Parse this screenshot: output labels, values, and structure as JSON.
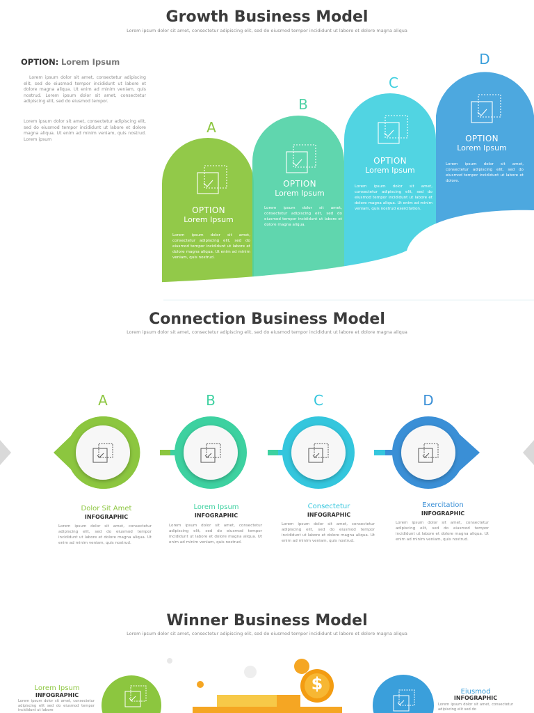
{
  "section1": {
    "title": "Growth Business Model",
    "subtitle": "Lorem ipsum dolor sit amet, consectetur adipiscing elit, sed do eiusmod tempor incididunt ut labore et dolore magna aliqua",
    "option_prefix": "OPTION:",
    "option_name": "Lorem Ipsum",
    "para1": "Lorem ipsum dolor sit amet, consectetur adipiscing elit, sed do eiusmod tempor incididunt ut labore et dolore magna aliqua. Ut enim ad minim veniam, quis nostrud. Lorem ipsum dolor sit amet, consectetur adipiscing elit, sed do eiusmod tempor.",
    "para2": "Lorem ipsum dolor sit amet, consectetur adipiscing elit, sed do eiusmod tempor incididunt ut labore et dolore magna aliqua. Ut enim ad minim veniam, quis nostrud. Lorem ipsum",
    "columns": [
      {
        "letter": "A",
        "option": "OPTION",
        "label": "Lorem Ipsum",
        "text": "Lorem ipsum dolor sit amet, consectetur adipiscing elit, sed do eiusmod tempor incididunt ut labore et dolore magna aliqua. Ut enim ad minim veniam, quis nostrud.",
        "color": "#8cc63f"
      },
      {
        "letter": "B",
        "option": "OPTION",
        "label": "Lorem Ipsum",
        "text": "Lorem ipsum dolor sit amet, consectetur adipiscing elit, sed do eiusmod tempor incididunt ut labore et dolore magna aliqua.",
        "color": "#4fd1a5"
      },
      {
        "letter": "C",
        "option": "OPTION",
        "label": "Lorem Ipsum",
        "text": "Lorem ipsum dolor sit amet, consectetur adipiscing elit, sed do eiusmod tempor incididunt ut labore et dolore magna aliqua. Ut enim ad minim veniam, quis nostrud exercitation.",
        "color": "#3ecfdf"
      },
      {
        "letter": "D",
        "option": "OPTION",
        "label": "Lorem Ipsum",
        "text": "Lorem ipsum dolor sit amet, consectetur adipiscing elit, sed do eiusmod tempor incididunt ut labore et dolore.",
        "color": "#3a9fdb"
      }
    ]
  },
  "section2": {
    "title": "Connection Business Model",
    "subtitle": "Lorem ipsum dolor sit amet, consectetur adipiscing elit, sed do eiusmod tempor incididunt ut labore et dolore magna aliqua",
    "items": [
      {
        "letter": "A",
        "title": "Dolor Sit Amet",
        "sub": "INFOGRAPHIC",
        "text": "Lorem ipsum dolor sit amet, consectetur adipiscing elit, sed do eiusmod tempor incididunt ut labore et dolore magna aliqua. Ut enim ad minim veniam, quis nostrud.",
        "color": "#8cc63f"
      },
      {
        "letter": "B",
        "title": "Lorem Ipsum",
        "sub": "INFOGRAPHIC",
        "text": "Lorem ipsum dolor sit amet, consectetur adipiscing elit, sed do eiusmod tempor incididunt ut labore et dolore magna aliqua. Ut enim ad minim veniam, quis nostrud.",
        "color": "#3dd1a0"
      },
      {
        "letter": "C",
        "title": "Consectetur",
        "sub": "INFOGRAPHIC",
        "text": "Lorem ipsum dolor sit amet, consectetur adipiscing elit, sed do eiusmod tempor incididunt ut labore et dolore magna aliqua. Ut enim ad minim veniam, quis nostrud.",
        "color": "#34c6dd"
      },
      {
        "letter": "D",
        "title": "Exercitation",
        "sub": "INFOGRAPHIC",
        "text": "Lorem ipsum dolor sit amet, consectetur adipiscing elit, sed do eiusmod tempor incididunt ut labore et dolore magna aliqua. Ut enim ad minim veniam, quis nostrud.",
        "color": "#3a8fd6"
      }
    ]
  },
  "section3": {
    "title": "Winner Business Model",
    "subtitle": "Lorem ipsum dolor sit amet, consectetur adipiscing elit, sed do eiusmod tempor incididunt ut labore et dolore magna aliqua",
    "left": {
      "title": "Lorem Ipsum",
      "sub": "INFOGRAPHIC",
      "text": "Lorem ipsum dolor sit amet, consectetur adipiscing elit sed do eiusmod tempor incididunt ut labore",
      "color": "#8cc63f"
    },
    "right": {
      "title": "Eiusmod",
      "sub": "INFOGRAPHIC",
      "text": "Lorem ipsum dolor sit amet, consectetur adipiscing elit sed do",
      "color": "#3a9fdb"
    },
    "coin_symbol": "$"
  },
  "icons": {
    "document": "document-check-icon",
    "coin": "dollar-coin-icon",
    "nav": "chevron-icon"
  }
}
